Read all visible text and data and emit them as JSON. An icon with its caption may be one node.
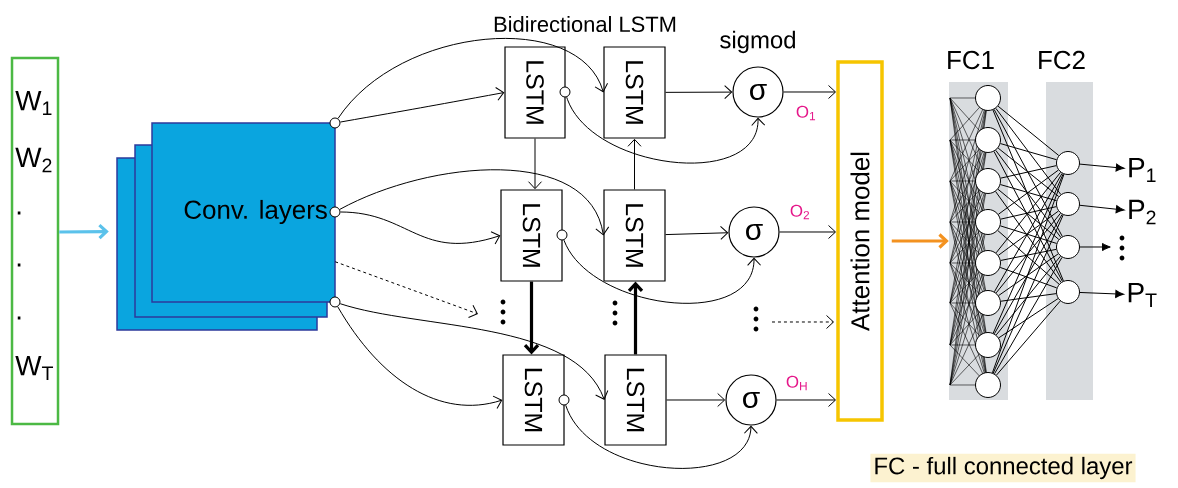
{
  "diagram": {
    "nodes": [
      {
        "text": [
          "W$_{1}$",
          "W$_{2}$",
          ".",
          ".",
          ".",
          "W$_{T}$"
        ]
      },
      {
        "text": [
          "Conv. layers"
        ]
      },
      {
        "text": [
          "LSTM"
        ]
      },
      {
        "text": [
          "LSTM"
        ]
      },
      {
        "text": [
          "σ"
        ],
        "beside": [
          "O$_{1}$"
        ]
      },
      {
        "text": [
          "LSTM"
        ]
      },
      {
        "text": [
          "LSTM"
        ]
      },
      {
        "text": [
          "σ"
        ],
        "beside": [
          "O$_{2}$"
        ]
      },
      {
        "text": [
          "LSTM"
        ]
      },
      {
        "text": [
          "LSTM"
        ]
      },
      {
        "text": [
          "σ"
        ],
        "beside": [
          "O$_{H}$"
        ]
      },
      {
        "text": [
          "Attention model"
        ]
      },
      {
        "text": [
          "FC1"
        ]
      },
      {
        "text": [],
        "shape": "circle",
        "in": 12
      },
      {
        "text": [],
        "shape": "circle",
        "in": 12
      },
      {
        "text": [],
        "shape": "circle",
        "in": 12
      },
      {
        "text": [],
        "shape": "circle",
        "in": 12
      },
      {
        "text": [],
        "shape": "circle",
        "in": 12
      },
      {
        "text": [],
        "shape": "circle",
        "in": 12
      },
      {
        "text": [],
        "shape": "circle",
        "in": 12
      },
      {
        "text": [],
        "shape": "circle",
        "in": 12
      },
      {
        "text": [
          "FC2"
        ]
      },
      {
        "text": [],
        "shape": "circle",
        "in": 21
      },
      {
        "text": [],
        "shape": "circle",
        "in": 21
      },
      {
        "text": [],
        "shape": "circle",
        "in": 21
      },
      {
        "text": [],
        "shape": "circle",
        "in": 21
      },
      {
        "text": [
          "P$_{1}$"
        ]
      },
      {
        "text": [
          "P$_{2}$"
        ]
      },
      {
        "text": [
          "P$_{T}$"
        ]
      },
      {
        "text": [],
        "shape": "circle"
      },
      {
        "text": [],
        "shape": "circle"
      },
      {
        "text": [],
        "shape": "circle"
      },
      {
        "text": [],
        "shape": "circle"
      },
      {
        "text": [],
        "shape": "circle"
      },
      {
        "text": [],
        "shape": "circle"
      }
    ],
    "edges": [
      {
        "from": 0,
        "to": 1,
        "arrow": "to",
        "style": "thick",
        "color": "#5bc2eb"
      },
      {
        "from": 29,
        "to": 2,
        "arrow": "to"
      },
      {
        "from": 29,
        "to": 3,
        "arrow": "to"
      },
      {
        "from": 30,
        "to": 5,
        "arrow": "to"
      },
      {
        "from": 30,
        "to": 6,
        "arrow": "to"
      },
      {
        "from": 31,
        "to": 8,
        "arrow": "to"
      },
      {
        "from": 31,
        "to": 9,
        "arrow": "to"
      },
      {
        "from": 1,
        "to": null,
        "arrow": "to",
        "style": "dashed"
      },
      {
        "from": 2,
        "to": 5,
        "arrow": "to"
      },
      {
        "from": 5,
        "to": 8,
        "arrow": "to",
        "style": "thick"
      },
      {
        "from": 9,
        "to": 6,
        "arrow": "to",
        "style": "thick"
      },
      {
        "from": 6,
        "to": 3,
        "arrow": "to"
      },
      {
        "from": 32,
        "to": 4,
        "arrow": "to"
      },
      {
        "from": 3,
        "to": 4,
        "arrow": "to"
      },
      {
        "from": 33,
        "to": 7,
        "arrow": "to"
      },
      {
        "from": 6,
        "to": 7,
        "arrow": "to"
      },
      {
        "from": 34,
        "to": 10,
        "arrow": "to"
      },
      {
        "from": 9,
        "to": 10,
        "arrow": "to"
      },
      {
        "from": 4,
        "to": 11,
        "arrow": "to"
      },
      {
        "from": 7,
        "to": 11,
        "arrow": "to"
      },
      {
        "from": 10,
        "to": 11,
        "arrow": "to"
      },
      {
        "from": null,
        "to": 11,
        "arrow": "to",
        "style": "dashed"
      },
      {
        "from": 11,
        "to": 12,
        "arrow": "to",
        "style": "thick",
        "color": "#f39220"
      },
      {
        "from": 13,
        "to": 22,
        "arrow": "none"
      },
      {
        "from": 13,
        "to": 23,
        "arrow": "none"
      },
      {
        "from": 13,
        "to": 24,
        "arrow": "none"
      },
      {
        "from": 13,
        "to": 25,
        "arrow": "none"
      },
      {
        "from": 14,
        "to": 22,
        "arrow": "none"
      },
      {
        "from": 14,
        "to": 23,
        "arrow": "none"
      },
      {
        "from": 14,
        "to": 24,
        "arrow": "none"
      },
      {
        "from": 14,
        "to": 25,
        "arrow": "none"
      },
      {
        "from": 15,
        "to": 22,
        "arrow": "none"
      },
      {
        "from": 15,
        "to": 23,
        "arrow": "none"
      },
      {
        "from": 15,
        "to": 24,
        "arrow": "none"
      },
      {
        "from": 15,
        "to": 25,
        "arrow": "none"
      },
      {
        "from": 16,
        "to": 22,
        "arrow": "none"
      },
      {
        "from": 16,
        "to": 23,
        "arrow": "none"
      },
      {
        "from": 16,
        "to": 24,
        "arrow": "none"
      },
      {
        "from": 16,
        "to": 25,
        "arrow": "none"
      },
      {
        "from": 17,
        "to": 22,
        "arrow": "none"
      },
      {
        "from": 17,
        "to": 23,
        "arrow": "none"
      },
      {
        "from": 17,
        "to": 24,
        "arrow": "none"
      },
      {
        "from": 17,
        "to": 25,
        "arrow": "none"
      },
      {
        "from": 18,
        "to": 22,
        "arrow": "none"
      },
      {
        "from": 18,
        "to": 23,
        "arrow": "none"
      },
      {
        "from": 18,
        "to": 24,
        "arrow": "none"
      },
      {
        "from": 18,
        "to": 25,
        "arrow": "none"
      },
      {
        "from": 19,
        "to": 22,
        "arrow": "none"
      },
      {
        "from": 19,
        "to": 23,
        "arrow": "none"
      },
      {
        "from": 19,
        "to": 24,
        "arrow": "none"
      },
      {
        "from": 19,
        "to": 25,
        "arrow": "none"
      },
      {
        "from": 20,
        "to": 22,
        "arrow": "none"
      },
      {
        "from": 20,
        "to": 23,
        "arrow": "none"
      },
      {
        "from": 20,
        "to": 24,
        "arrow": "none"
      },
      {
        "from": 20,
        "to": 25,
        "arrow": "none"
      },
      {
        "from": 22,
        "to": 26,
        "arrow": "to"
      },
      {
        "from": 23,
        "to": 27,
        "arrow": "to"
      },
      {
        "from": 24,
        "to": null,
        "arrow": "to"
      },
      {
        "from": 25,
        "to": 28,
        "arrow": "to"
      }
    ],
    "labels": [
      "Bidirectional LSTM",
      "sigmod",
      "FC - full connected layer"
    ]
  }
}
